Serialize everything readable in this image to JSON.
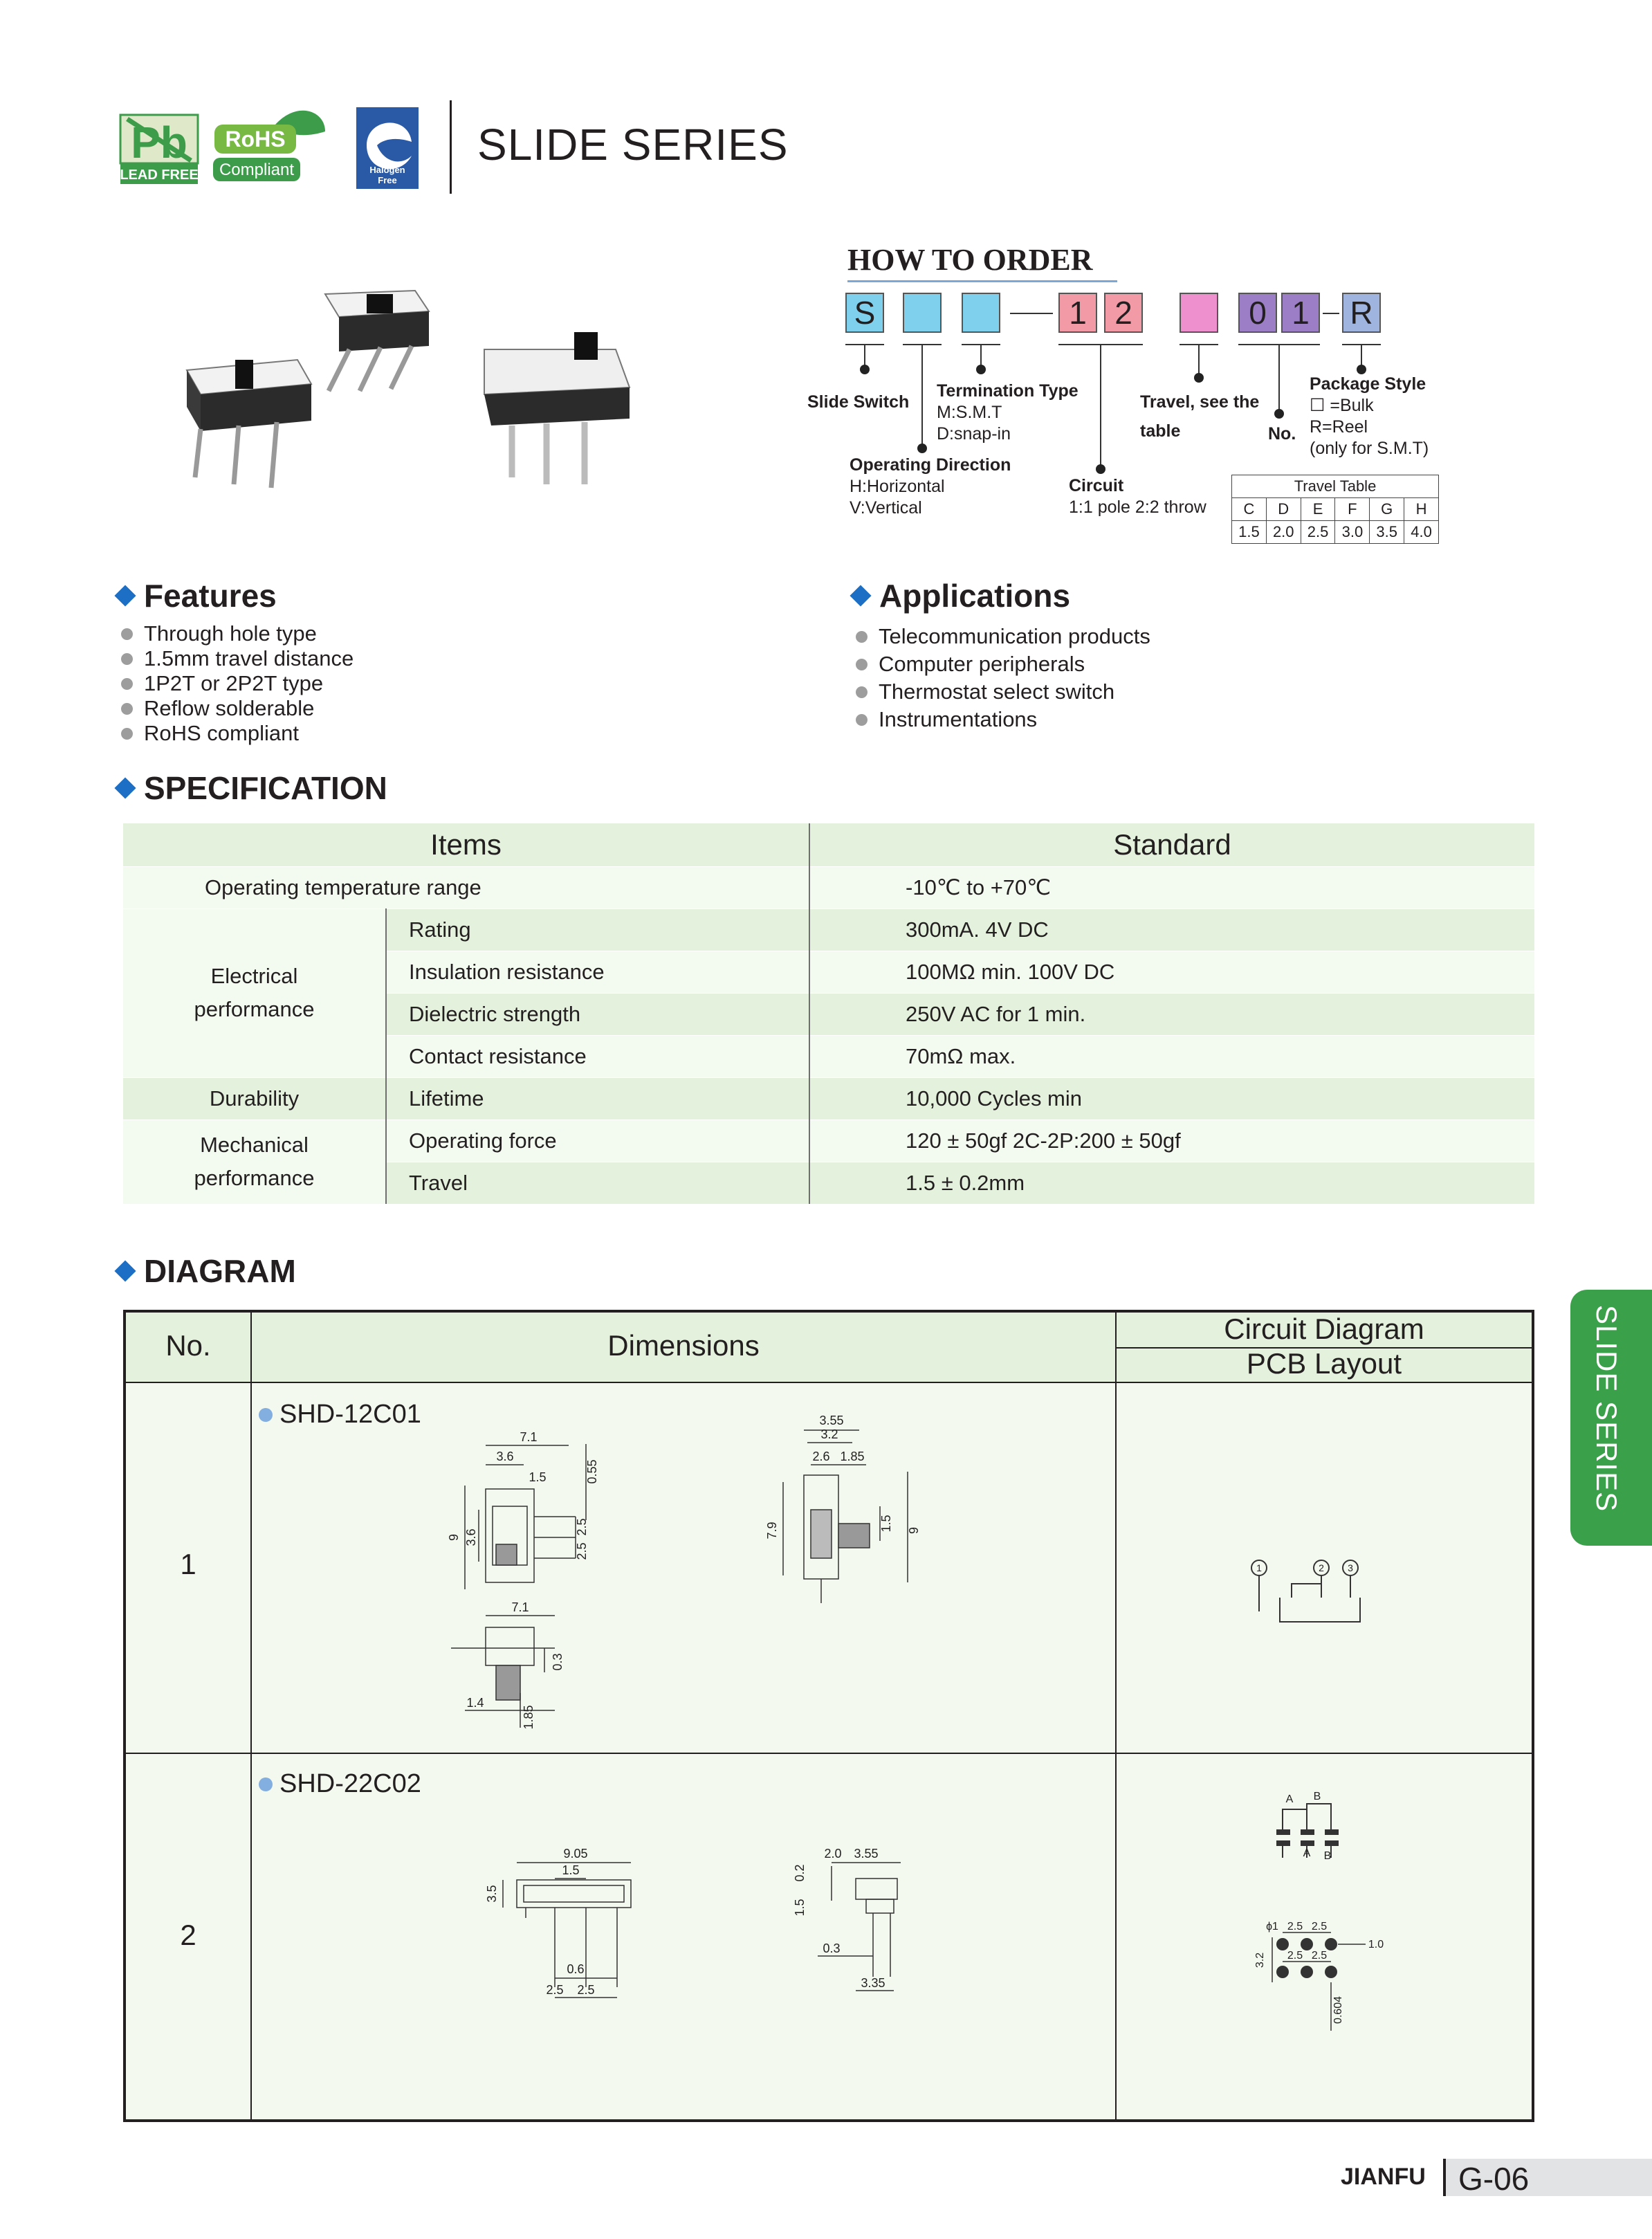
{
  "header": {
    "logos": [
      "LEAD FREE",
      "RoHS",
      "Compliant",
      "Halogen",
      "Free"
    ],
    "series_title": "SLIDE SERIES"
  },
  "how_to_order": {
    "title": "HOW TO ORDER",
    "boxes": [
      {
        "text": "S",
        "color": "#7fd0ec"
      },
      {
        "text": "",
        "color": "#7fd0ec"
      },
      {
        "text": "",
        "color": "#7fd0ec"
      },
      {
        "text": "1",
        "color": "#f29aa5"
      },
      {
        "text": "2",
        "color": "#f29aa5"
      },
      {
        "text": "",
        "color": "#ee8fce"
      },
      {
        "text": "0",
        "color": "#9b7ec6"
      },
      {
        "text": "1",
        "color": "#9b7ec6"
      },
      {
        "text": "R",
        "color": "#9fb4de"
      }
    ],
    "labels": {
      "slide_switch": "Slide Switch",
      "termination_title": "Termination Type",
      "termination_smt": "M:S.M.T",
      "termination_snap": "D:snap-in",
      "operating_title": "Operating Direction",
      "operating_h": "H:Horizontal",
      "operating_v": "V:Vertical",
      "circuit_title": "Circuit",
      "circuit_desc": "1:1 pole 2:2 throw",
      "travel_1": "Travel, see the",
      "travel_2": "table",
      "no": "No.",
      "package_title": "Package Style",
      "package_bulk": "☐ =Bulk",
      "package_reel": "R=Reel",
      "package_note": "(only for S.M.T)"
    },
    "travel_table": {
      "title": "Travel Table",
      "codes": [
        "C",
        "D",
        "E",
        "F",
        "G",
        "H"
      ],
      "values": [
        "1.5",
        "2.0",
        "2.5",
        "3.0",
        "3.5",
        "4.0"
      ]
    }
  },
  "features": {
    "title": "Features",
    "items": [
      "Through hole type",
      "1.5mm travel distance",
      "1P2T or 2P2T type",
      "Reflow solderable",
      "RoHS compliant"
    ]
  },
  "applications": {
    "title": "Applications",
    "items": [
      "Telecommunication products",
      "Computer peripherals",
      "Thermostat select switch",
      "Instrumentations"
    ]
  },
  "specification": {
    "title": "SPECIFICATION",
    "headers": [
      "Items",
      "Standard"
    ],
    "rows": [
      {
        "group": "Operating temperature range",
        "item": "",
        "standard": "-10℃  to +70℃"
      },
      {
        "group": "Electrical performance",
        "item": "Rating",
        "standard": "300mA. 4V DC"
      },
      {
        "group": "",
        "item": "Insulation resistance",
        "standard": "100MΩ min. 100V DC"
      },
      {
        "group": "",
        "item": "Dielectric strength",
        "standard": "250V AC for 1 min."
      },
      {
        "group": "",
        "item": "Contact resistance",
        "standard": "70mΩ max."
      },
      {
        "group": "Durability",
        "item": "Lifetime",
        "standard": "10,000 Cycles min"
      },
      {
        "group": "Mechanical performance",
        "item": "Operating force",
        "standard": "120 ± 50gf     2C-2P:200 ± 50gf"
      },
      {
        "group": "",
        "item": "Travel",
        "standard": "1.5 ± 0.2mm"
      }
    ],
    "group_labels": {
      "electrical_1": "Electrical",
      "electrical_2": "performance",
      "mechanical_1": "Mechanical",
      "mechanical_2": "performance"
    }
  },
  "diagram": {
    "title": "DIAGRAM",
    "headers": {
      "no": "No.",
      "dimensions": "Dimensions",
      "circuit": "Circuit Diagram",
      "pcb": "PCB Layout"
    },
    "rows": [
      {
        "no": "1",
        "model": "SHD-12C01",
        "dims_front": [
          "7.1",
          "3.6",
          "1.5",
          "0.55",
          "9",
          "3.6",
          "2.5",
          "2.5"
        ],
        "dims_side": [
          "3.55",
          "3.2",
          "2.6",
          "1.85",
          "7.9",
          "1.5",
          "9"
        ],
        "dims_bottom": [
          "7.1",
          "0.3",
          "1.4",
          "1.85"
        ],
        "circuit_pins": [
          "1",
          "2",
          "3"
        ]
      },
      {
        "no": "2",
        "model": "SHD-22C02",
        "dims_front": [
          "9.05",
          "1.5",
          "3.5",
          "0.6",
          "2.5",
          "2.5"
        ],
        "dims_side": [
          "2.0",
          "3.55",
          "0.2",
          "1.5",
          "0.3",
          "3.35"
        ],
        "circuit_labels": [
          "A",
          "B",
          "A",
          "B"
        ],
        "pcb_dims": [
          "ϕ1",
          "2.5",
          "2.5",
          "1.0",
          "3.2",
          "2.5",
          "2.5",
          "0.604"
        ]
      }
    ]
  },
  "side_tab": "SLIDE SERIES",
  "footer": {
    "brand": "JIANFU",
    "page": "G-06"
  }
}
